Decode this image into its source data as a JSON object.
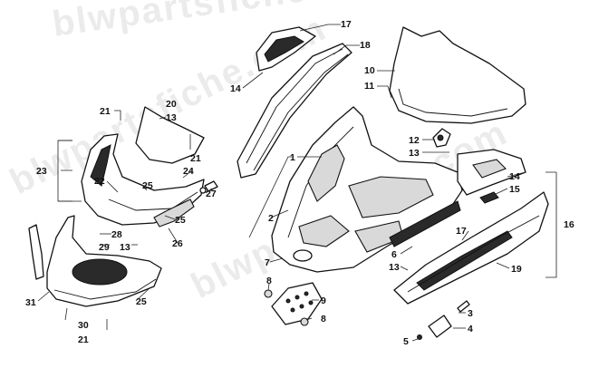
{
  "watermark": "blwpartsfiche.com",
  "callouts": [
    {
      "id": "c17a",
      "label": "17"
    },
    {
      "id": "c18",
      "label": "18"
    },
    {
      "id": "c14a",
      "label": "14"
    },
    {
      "id": "c10",
      "label": "10"
    },
    {
      "id": "c11",
      "label": "11"
    },
    {
      "id": "c20",
      "label": "20"
    },
    {
      "id": "c13a",
      "label": "13"
    },
    {
      "id": "c21a",
      "label": "21"
    },
    {
      "id": "c1",
      "label": "1"
    },
    {
      "id": "c12",
      "label": "12"
    },
    {
      "id": "c13b",
      "label": "13"
    },
    {
      "id": "c23",
      "label": "23"
    },
    {
      "id": "c21b",
      "label": "21"
    },
    {
      "id": "c24",
      "label": "24"
    },
    {
      "id": "c22",
      "label": "22"
    },
    {
      "id": "c25a",
      "label": "25"
    },
    {
      "id": "c27",
      "label": "27"
    },
    {
      "id": "c14b",
      "label": "14"
    },
    {
      "id": "c15",
      "label": "15"
    },
    {
      "id": "c16",
      "label": "16"
    },
    {
      "id": "c2",
      "label": "2"
    },
    {
      "id": "c25b",
      "label": "25"
    },
    {
      "id": "c28",
      "label": "28"
    },
    {
      "id": "c29",
      "label": "29"
    },
    {
      "id": "c13c",
      "label": "13"
    },
    {
      "id": "c26",
      "label": "26"
    },
    {
      "id": "c17b",
      "label": "17"
    },
    {
      "id": "c6",
      "label": "6"
    },
    {
      "id": "c13d",
      "label": "13"
    },
    {
      "id": "c7",
      "label": "7"
    },
    {
      "id": "c19",
      "label": "19"
    },
    {
      "id": "c31",
      "label": "31"
    },
    {
      "id": "c25c",
      "label": "25"
    },
    {
      "id": "c8a",
      "label": "8"
    },
    {
      "id": "c9",
      "label": "9"
    },
    {
      "id": "c8b",
      "label": "8"
    },
    {
      "id": "c30",
      "label": "30"
    },
    {
      "id": "c21c",
      "label": "21"
    },
    {
      "id": "c3",
      "label": "3"
    },
    {
      "id": "c4",
      "label": "4"
    },
    {
      "id": "c5",
      "label": "5"
    }
  ]
}
